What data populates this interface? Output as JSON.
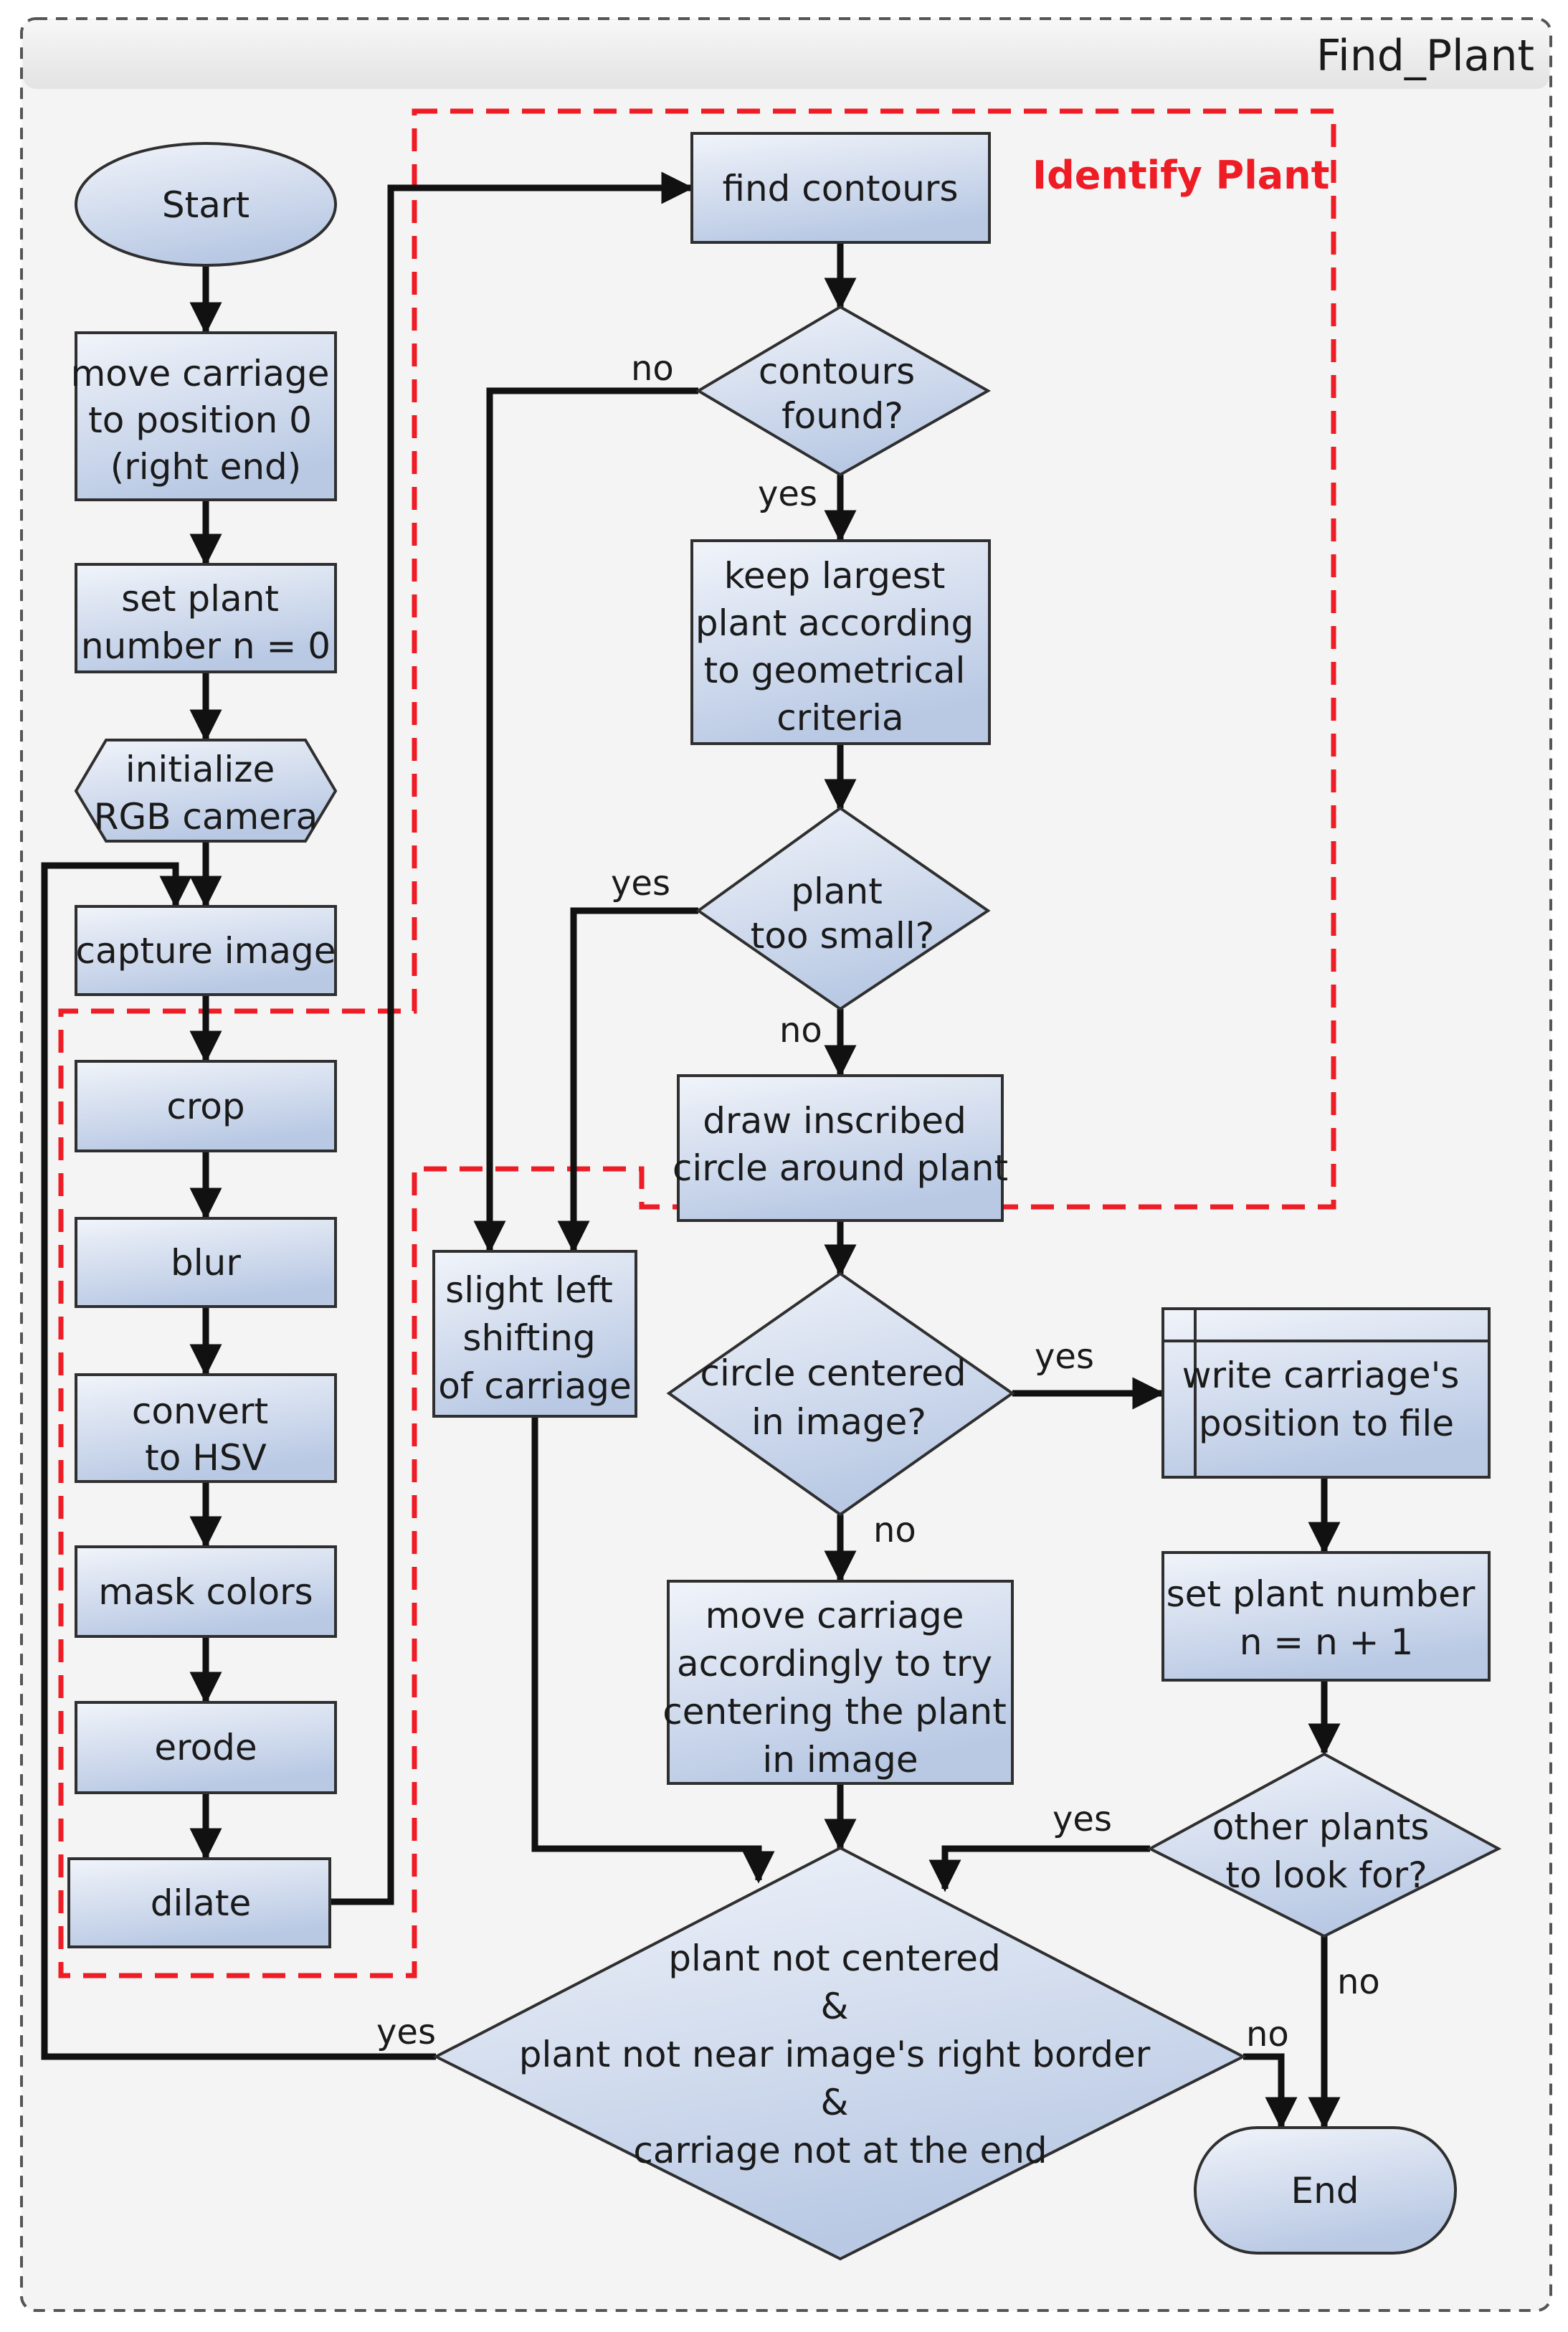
{
  "title": "Find_Plant",
  "region_label": "Identify Plant",
  "colors": {
    "node_fill_top": "#f1f4fa",
    "node_fill_bottom": "#b9c9e4",
    "node_stroke": "#2f2f2f",
    "region_dash": "#ee1c25",
    "frame_dash": "#555555",
    "background": "#f4f4f4"
  },
  "nodes": {
    "start": [
      "Start"
    ],
    "move_carriage_0": [
      "move carriage",
      "to position 0",
      "(right end)"
    ],
    "set_n_0": [
      "set plant",
      "number n = 0"
    ],
    "init_camera": [
      "initialize",
      "RGB camera"
    ],
    "capture": [
      "capture image"
    ],
    "crop": [
      "crop"
    ],
    "blur": [
      "blur"
    ],
    "convert_hsv": [
      "convert",
      "to HSV"
    ],
    "mask": [
      "mask colors"
    ],
    "erode": [
      "erode"
    ],
    "dilate": [
      "dilate"
    ],
    "find_contours": [
      "find contours"
    ],
    "contours_found": [
      "contours",
      "found?"
    ],
    "keep_largest": [
      "keep largest",
      "plant according",
      "to geometrical",
      "criteria"
    ],
    "too_small": [
      "plant",
      "too small?"
    ],
    "draw_circle": [
      "draw inscribed",
      "circle around plant"
    ],
    "slight_left": [
      "slight left",
      "shifting",
      "of carriage"
    ],
    "circle_centered": [
      "circle centered",
      "in image?"
    ],
    "write_pos": [
      "write carriage's",
      "position to file"
    ],
    "set_n_inc": [
      "set plant number",
      "n = n + 1"
    ],
    "move_centering": [
      "move carriage",
      "accordingly to try",
      "centering the plant",
      "in image"
    ],
    "other_plants": [
      "other plants",
      "to look for?"
    ],
    "big_decision": [
      "plant not centered",
      "&",
      "plant not near image's right border",
      "&",
      "carriage not at the end"
    ],
    "end": [
      "End"
    ]
  },
  "edge_labels": {
    "contours_no": "no",
    "contours_yes": "yes",
    "small_yes": "yes",
    "small_no": "no",
    "centered_yes": "yes",
    "centered_no": "no",
    "other_yes": "yes",
    "other_no": "no",
    "big_yes": "yes",
    "big_no": "no"
  }
}
